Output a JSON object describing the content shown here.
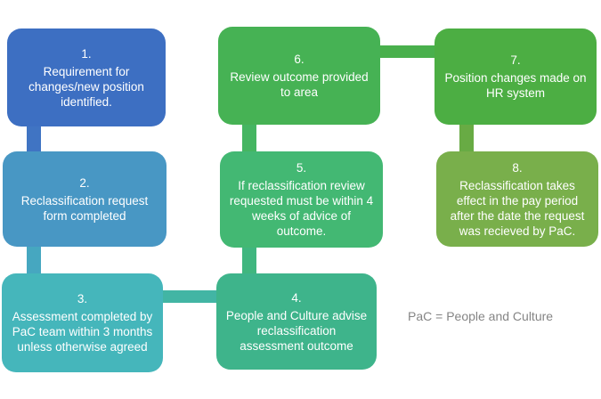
{
  "diagram": {
    "text_color": "#ffffff",
    "caption": "PaC = People and Culture",
    "caption_color": "#858585",
    "steps": [
      {
        "number": "1.",
        "text": "Requirement for changes/new position identified.",
        "color": "#3d6fc2"
      },
      {
        "number": "2.",
        "text": "Reclassification request form completed",
        "color": "#4897c4"
      },
      {
        "number": "3.",
        "text": "Assessment completed by PaC team within 3 months unless otherwise agreed",
        "color": "#45b6bb"
      },
      {
        "number": "4.",
        "text": "People and Culture advise reclassification assessment outcome",
        "color": "#3eb48b"
      },
      {
        "number": "5.",
        "text": "If  reclassification review requested  must be within 4 weeks of advice of outcome.",
        "color": "#43b873"
      },
      {
        "number": "6.",
        "text": "Review outcome provided to area",
        "color": "#46b254"
      },
      {
        "number": "7.",
        "text": "Position changes made on HR system",
        "color": "#4cae43"
      },
      {
        "number": "8.",
        "text": "Reclassification takes effect in the pay period after  the date the request was recieved by PaC.",
        "color": "#79af4b"
      }
    ],
    "connectors": [
      {
        "from": "1",
        "to": "2",
        "color": "#4074c3"
      },
      {
        "from": "2",
        "to": "3",
        "color": "#46a7c0"
      },
      {
        "from": "3",
        "to": "4",
        "color": "#42b5a4"
      },
      {
        "from": "5",
        "to": "4",
        "color": "#40b67f"
      },
      {
        "from": "6",
        "to": "5",
        "color": "#45b561"
      },
      {
        "from": "6",
        "to": "7",
        "color": "#49b04c"
      },
      {
        "from": "7",
        "to": "8",
        "color": "#68ab44"
      }
    ]
  }
}
